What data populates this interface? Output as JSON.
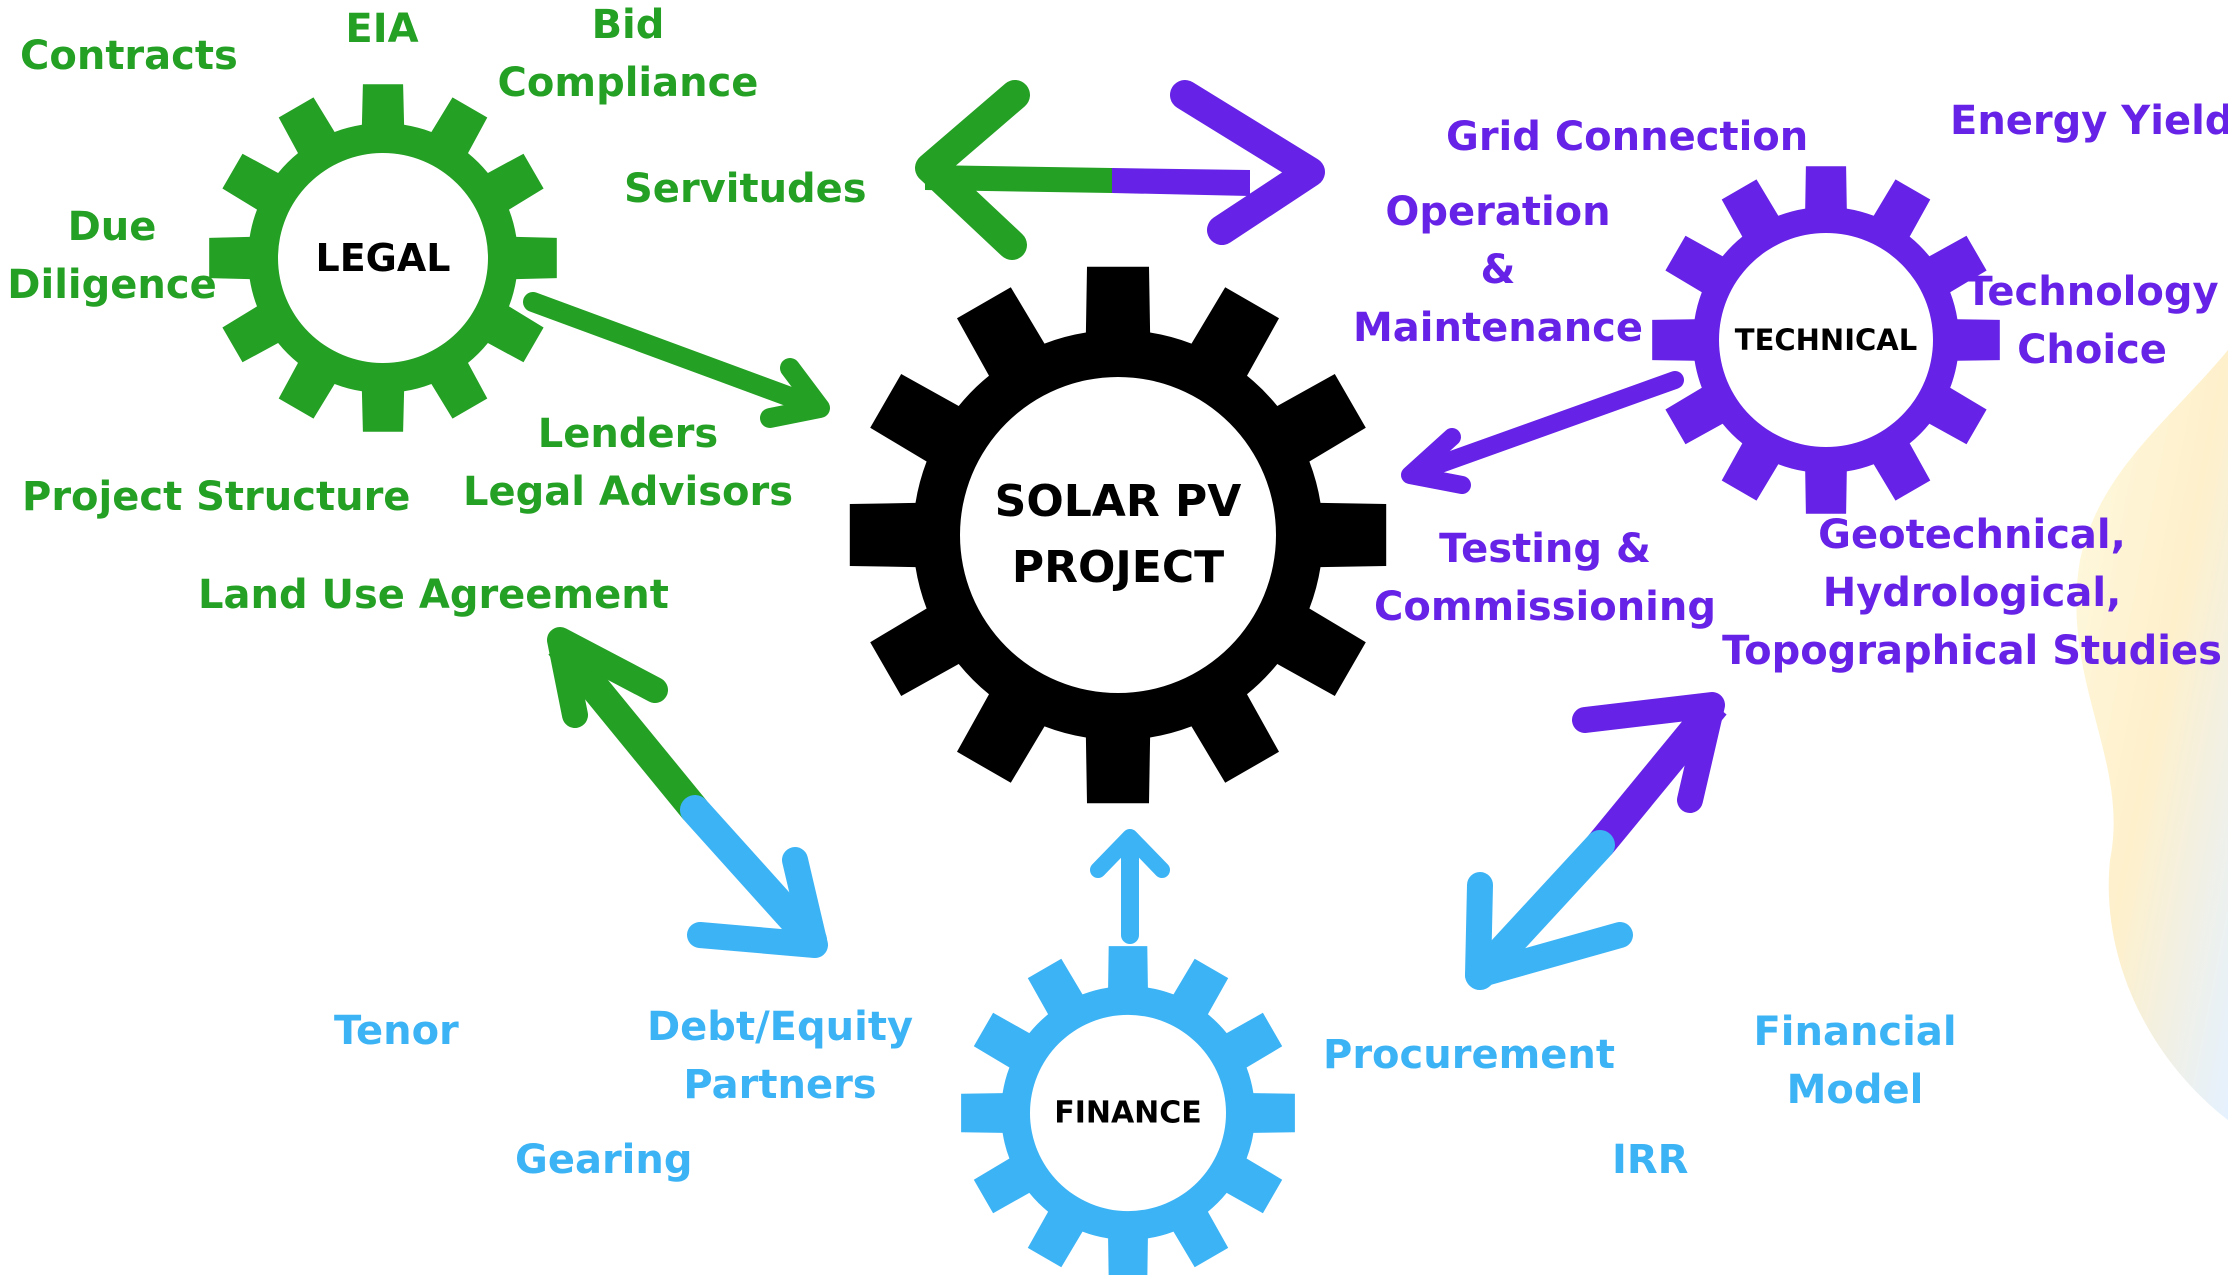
{
  "colors": {
    "legal": "#24a024",
    "technical": "#6622e6",
    "finance": "#3cb3f5",
    "core": "#000000"
  },
  "gears": {
    "center": {
      "line1": "SOLAR PV",
      "line2": "PROJECT"
    },
    "legal": {
      "label": "LEGAL"
    },
    "technical": {
      "label": "TECHNICAL"
    },
    "finance": {
      "label": "FINANCE"
    }
  },
  "legal_topics": {
    "contracts": "Contracts",
    "eia": "EIA",
    "bid_1": "Bid",
    "bid_2": "Compliance",
    "servitudes": "Servitudes",
    "due_1": "Due",
    "due_2": "Diligence",
    "project_structure": "Project Structure",
    "lenders_1": "Lenders",
    "lenders_2": "Legal Advisors",
    "land_use": "Land Use Agreement"
  },
  "technical_topics": {
    "grid_connection": "Grid Connection",
    "energy_yield": "Energy Yield",
    "om_1": "Operation",
    "om_2": "&",
    "om_3": "Maintenance",
    "tech_choice_1": "Technology",
    "tech_choice_2": "Choice",
    "testing_1": "Testing &",
    "testing_2": "Commissioning",
    "geo_1": "Geotechnical,",
    "geo_2": "Hydrological,",
    "geo_3": "Topographical Studies"
  },
  "finance_topics": {
    "tenor": "Tenor",
    "debt_1": "Debt/Equity",
    "debt_2": "Partners",
    "gearing": "Gearing",
    "procurement": "Procurement",
    "fin_model_1": "Financial",
    "fin_model_2": "Model",
    "irr": "IRR"
  }
}
